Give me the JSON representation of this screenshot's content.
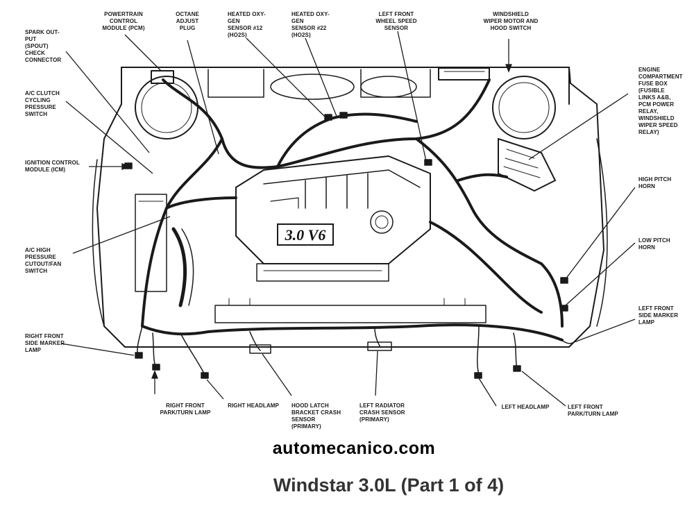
{
  "labels": {
    "pcm": "POWERTRAIN\nCONTROL\nMODULE (PCM)",
    "octane": "OCTANE\nADJUST\nPLUG",
    "ho2s12": "HEATED OXY-\nGEN\nSENSOR #12\n(HO2S)",
    "ho2s22": "HEATED OXY-\nGEN\nSENSOR #22\n(HO2S)",
    "lf_wheel_speed": "LEFT FRONT\nWHEEL SPEED\nSENSOR",
    "windshield_wiper": "WINDSHIELD\nWIPER MOTOR AND\nHOOD SWITCH",
    "spout": "SPARK OUT-\nPUT\n(SPOUT)\nCHECK\nCONNECTOR",
    "ac_clutch": "A/C CLUTCH\nCYCLING\nPRESSURE\nSWITCH",
    "icm": "IGNITION CONTROL\nMODULE (ICM)",
    "ac_high": "A/C HIGH\nPRESSURE\nCUTOUT/FAN\nSWITCH",
    "rf_side_marker": "RIGHT FRONT\nSIDE MARKER\nLAMP",
    "fuse_box": "ENGINE\nCOMPARTMENT\nFUSE BOX\n(FUSIBLE\nLINKS A&B,\nPCM POWER\nRELAY,\nWINDSHIELD\nWIPER SPEED\nRELAY)",
    "high_horn": "HIGH PITCH\nHORN",
    "low_horn": "LOW PITCH\nHORN",
    "lf_side_marker": "LEFT FRONT\nSIDE MARKER\nLAMP",
    "rf_park_turn": "RIGHT FRONT\nPARK/TURN LAMP",
    "right_headlamp": "RIGHT HEADLAMP",
    "hood_latch": "HOOD LATCH\nBRACKET CRASH\nSENSOR\n(PRIMARY)",
    "left_radiator": "LEFT RADIATOR\nCRASH SENSOR\n(PRIMARY)",
    "left_headlamp": "LEFT HEADLAMP",
    "lf_park_turn": "LEFT FRONT\nPARK/TURN LAMP"
  },
  "engine_badge": "3.0 V6",
  "site": "automecanico.com",
  "title": "Windstar 3.0L (Part 1 of 4)",
  "colors": {
    "ink": "#1a1a1a",
    "paper": "#ffffff",
    "title": "#333333"
  }
}
